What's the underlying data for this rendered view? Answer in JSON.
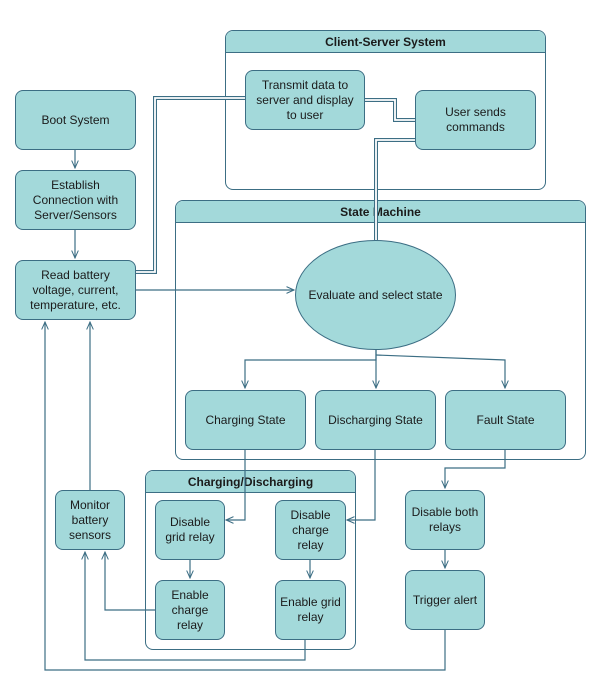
{
  "colors": {
    "node_fill": "#a3d9da",
    "stroke": "#3c6e84",
    "background": "#ffffff"
  },
  "containers": {
    "client_server": "Client-Server System",
    "state_machine": "State Machine",
    "charging_discharging": "Charging/Discharging"
  },
  "nodes": {
    "boot": "Boot System",
    "establish": "Establish Connection with Server/Sensors",
    "read": "Read battery voltage, current, temperature, etc.",
    "transmit": "Transmit data to server and display to user",
    "user_commands": "User sends commands",
    "evaluate": "Evaluate and select state",
    "charging_state": "Charging State",
    "discharging_state": "Discharging State",
    "fault_state": "Fault State",
    "monitor": "Monitor battery sensors",
    "disable_grid": "Disable grid relay",
    "enable_charge": "Enable charge relay",
    "disable_charge": "Disable charge relay",
    "enable_grid": "Enable grid relay",
    "disable_both": "Disable both relays",
    "trigger_alert": "Trigger alert"
  }
}
